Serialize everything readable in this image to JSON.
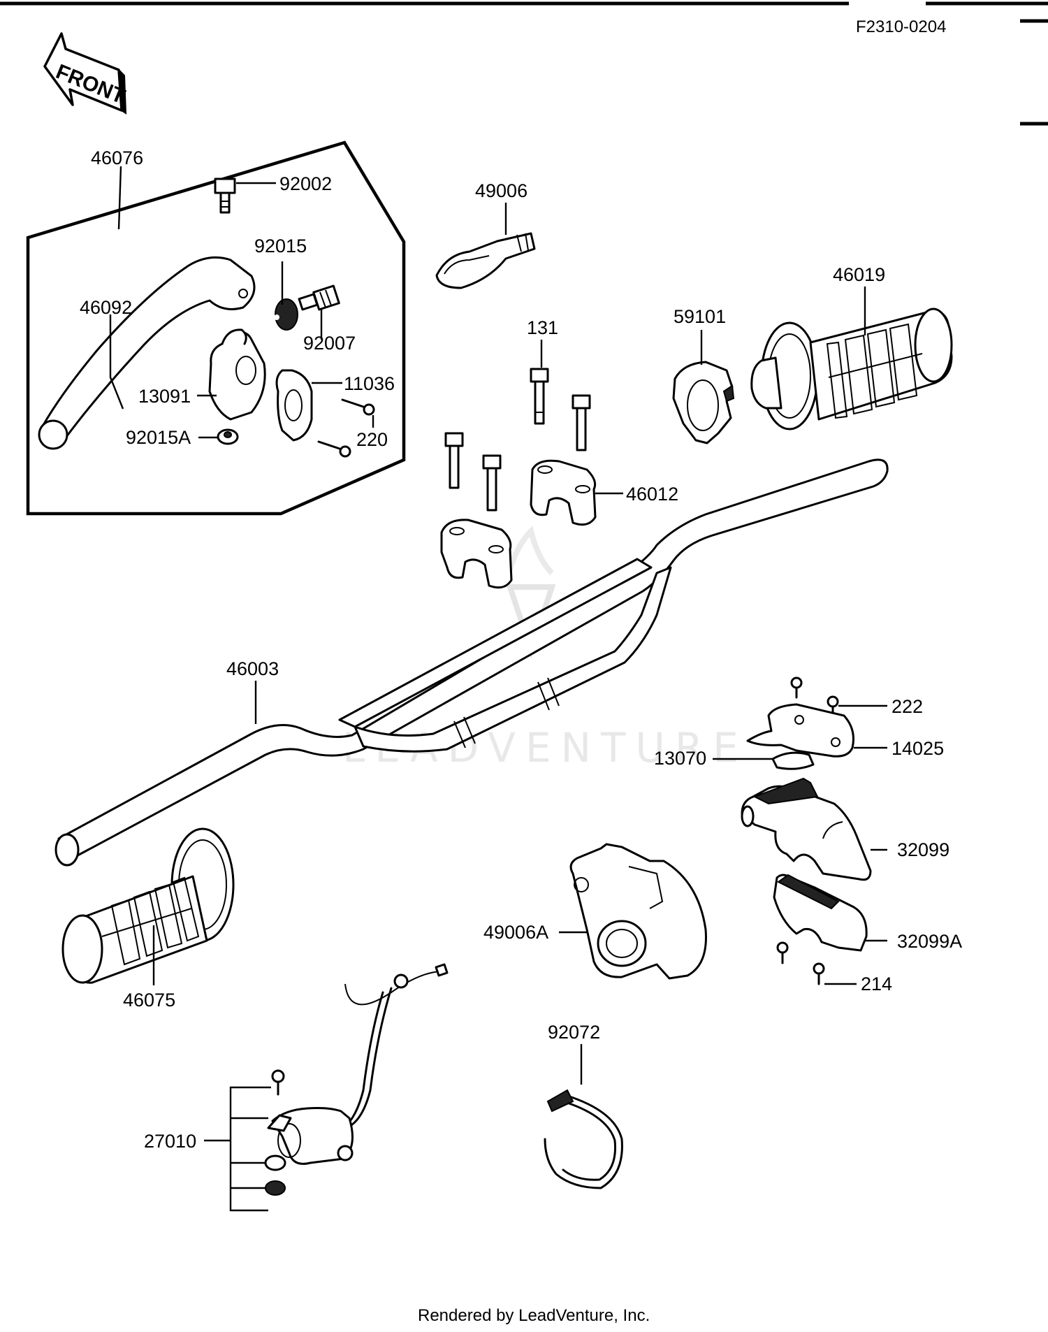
{
  "diagram_ref": "F2310-0204",
  "front_label": "FRONT",
  "watermark": "LEADVENTURE",
  "footer": "Rendered by LeadVenture, Inc.",
  "callouts": {
    "p46076": "46076",
    "p92002": "92002",
    "p92015": "92015",
    "p46092": "46092",
    "p92007": "92007",
    "p11036": "11036",
    "p13091": "13091",
    "p92015A": "92015A",
    "p220": "220",
    "p49006": "49006",
    "p131": "131",
    "p59101": "59101",
    "p46019": "46019",
    "p46012": "46012",
    "p46003": "46003",
    "p222": "222",
    "p14025": "14025",
    "p13070": "13070",
    "p32099": "32099",
    "p49006A": "49006A",
    "p32099A": "32099A",
    "p214": "214",
    "p46075": "46075",
    "p92072": "92072",
    "p27010": "27010"
  }
}
